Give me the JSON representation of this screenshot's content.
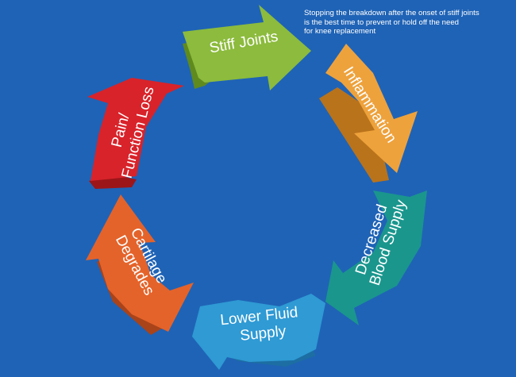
{
  "background_color": "#1f63b6",
  "note_lines": [
    "Stopping the breakdown after the onset of stiff joints",
    "is the best time to prevent or hold off the need",
    "for knee replacement"
  ],
  "cycle_steps": [
    {
      "label_lines": [
        "Stiff Joints"
      ],
      "color": "#8cbb3d",
      "shade": "#5f8a1e"
    },
    {
      "label_lines": [
        "Inflammation"
      ],
      "color": "#eea23c",
      "shade": "#b9731b"
    },
    {
      "label_lines": [
        "Decreased",
        "Blood Supply"
      ],
      "color": "#1a968d",
      "shade": "#0d6660"
    },
    {
      "label_lines": [
        "Lower Fluid",
        "Supply"
      ],
      "color": "#2f9ad4",
      "shade": "#1c6ea3"
    },
    {
      "label_lines": [
        "Cartilage",
        "Degrades"
      ],
      "color": "#e4632a",
      "shade": "#a9431a"
    },
    {
      "label_lines": [
        "Pain/",
        "Function Loss"
      ],
      "color": "#d8232a",
      "shade": "#9c1519"
    }
  ]
}
